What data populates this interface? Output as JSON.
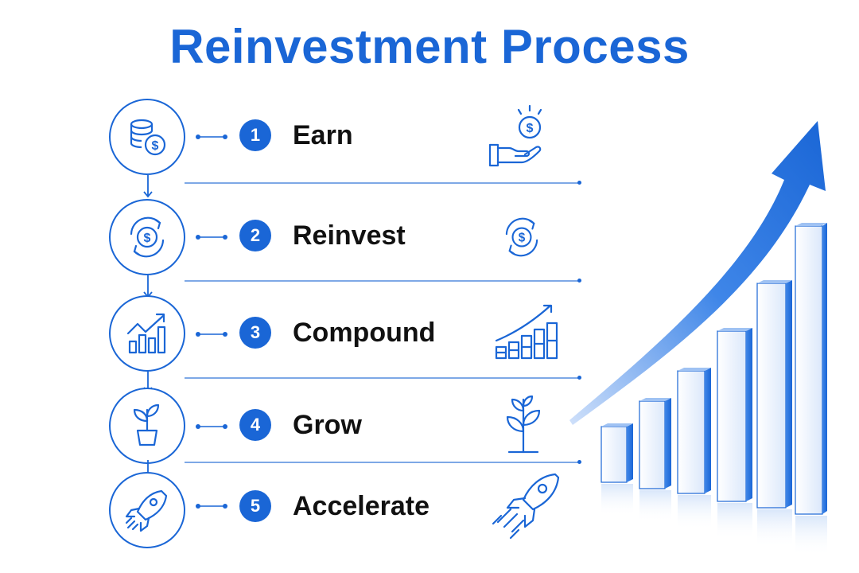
{
  "title": "Reinvestment Process",
  "accent_color": "#1a66d6",
  "steps": [
    {
      "number": "1",
      "label": "Earn",
      "icon": "coins-stack-dollar-icon",
      "side_icon": "hand-coin-icon"
    },
    {
      "number": "2",
      "label": "Reinvest",
      "icon": "cycle-dollar-icon",
      "side_icon": "cycle-dollar-icon"
    },
    {
      "number": "3",
      "label": "Compound",
      "icon": "bar-chart-trend-icon",
      "side_icon": "bar-chart-trend-icon"
    },
    {
      "number": "4",
      "label": "Grow",
      "icon": "plant-pot-icon",
      "side_icon": "sprout-icon"
    },
    {
      "number": "5",
      "label": "Accelerate",
      "icon": "rocket-icon",
      "side_icon": "rocket-icon"
    }
  ],
  "growth_chart": {
    "bars": 6,
    "trend": "upward arrow"
  }
}
